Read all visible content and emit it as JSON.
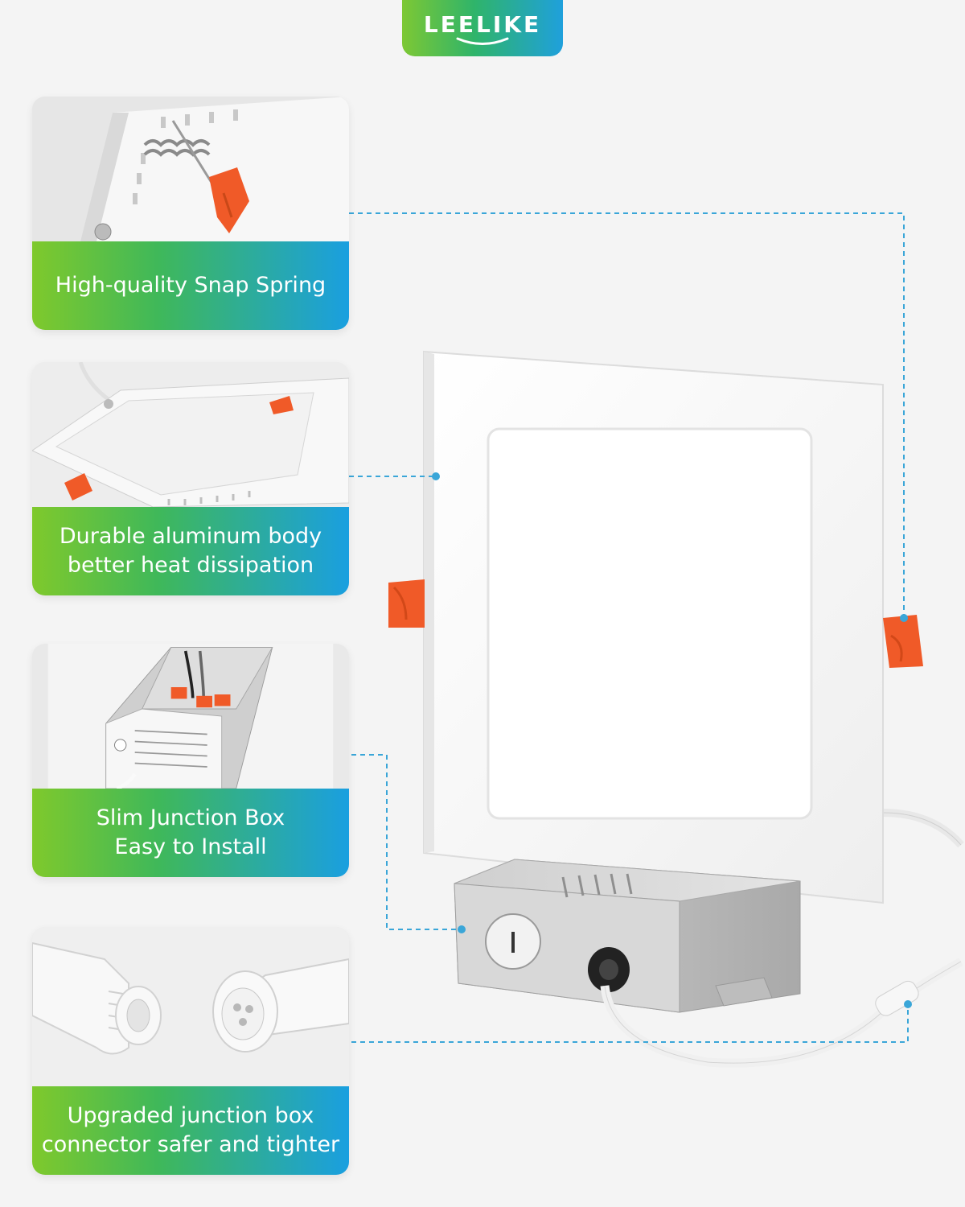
{
  "brand": {
    "name": "LEELIKE"
  },
  "features": [
    {
      "line1": "High-quality Snap Spring",
      "line2": ""
    },
    {
      "line1": "Durable aluminum body",
      "line2": "better heat dissipation"
    },
    {
      "line1": "Slim Junction Box",
      "line2": "Easy to Install"
    },
    {
      "line1": "Upgraded junction box",
      "line2": "connector safer and tighter"
    }
  ],
  "colors": {
    "gradient_green": "#7fc92c",
    "gradient_blue": "#1a9fe0",
    "spring_clip": "#f05a28",
    "leader_line": "#3aa6d8"
  }
}
